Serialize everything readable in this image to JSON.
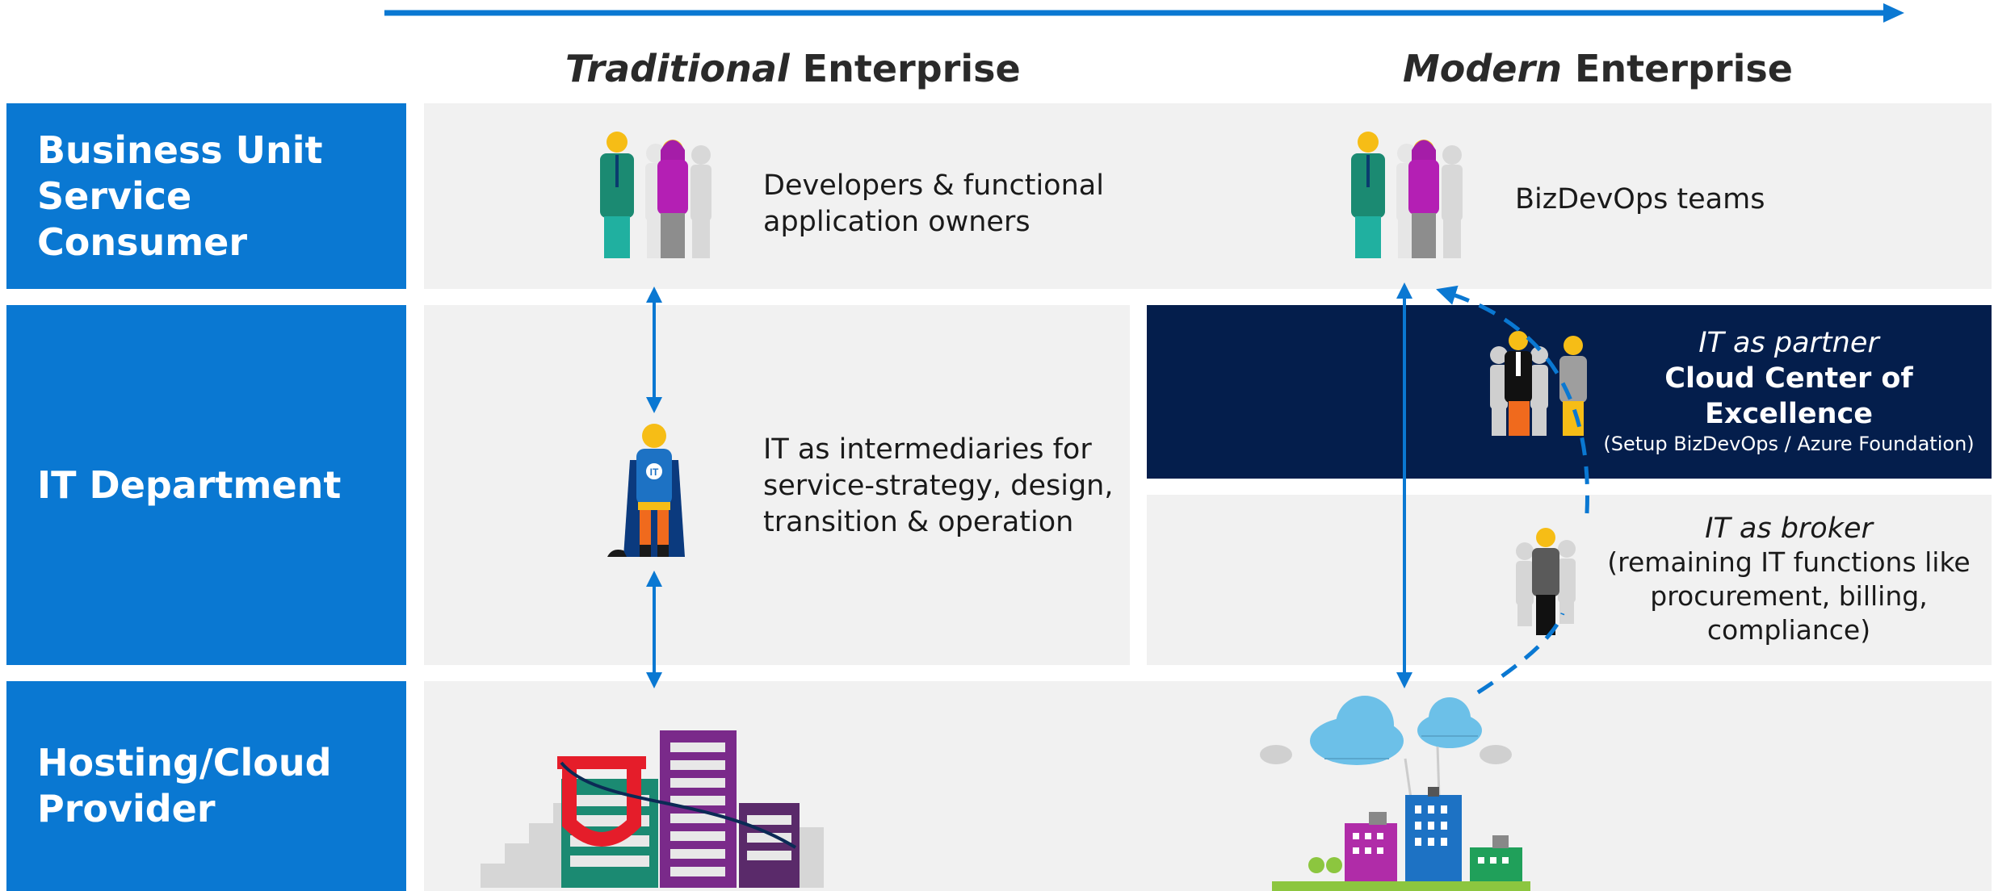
{
  "header": {
    "traditional_italic": "Traditional",
    "traditional_rest": " Enterprise",
    "modern_italic": "Modern",
    "modern_rest": " Enterprise"
  },
  "rows": {
    "business_unit": "Business Unit\nService Consumer",
    "it_department": "IT Department",
    "hosting": "Hosting/Cloud\nProvider"
  },
  "traditional": {
    "consumer_text": "Developers & functional\napplication owners",
    "it_text": "IT as intermediaries for\nservice-strategy, design,\ntransition & operation"
  },
  "modern": {
    "consumer_text": "BizDevOps teams",
    "partner_title": "IT as partner",
    "ccoe_title": "Cloud Center of\nExcellence",
    "ccoe_sub": "(Setup BizDevOps / Azure Foundation)",
    "broker_title": "IT as broker",
    "broker_text": "(remaining IT functions like\nprocurement, billing,\ncompliance)"
  },
  "icons": {
    "it_badge": "IT"
  },
  "colors": {
    "accent_blue": "#0a78d2",
    "navy": "#041e4c",
    "panel_gray": "#f1f1f1"
  }
}
